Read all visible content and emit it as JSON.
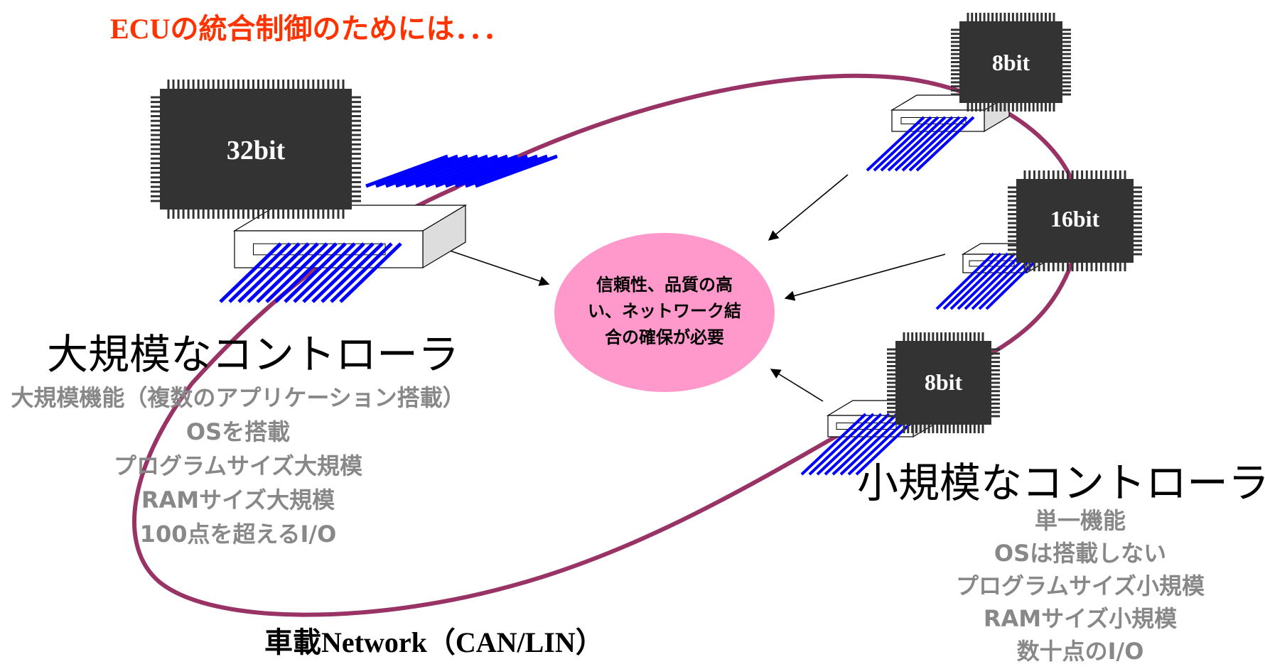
{
  "title": "ECUの統合制御のためには．．．",
  "large_controller": {
    "chip_label": "32bit",
    "heading": "大規模なコントローラ",
    "features": [
      "大規模機能（複数のアプリケーション搭載）",
      "OSを搭載",
      "プログラムサイズ大規模",
      "RAMサイズ大規模",
      "100点を超えるI/O"
    ]
  },
  "small_controllers": {
    "chips": [
      {
        "label": "8bit"
      },
      {
        "label": "16bit"
      },
      {
        "label": "8bit"
      }
    ],
    "heading": "小規模なコントローラ",
    "features": [
      "単一機能",
      "OSは搭載しない",
      "プログラムサイズ小規模",
      "RAMサイズ小規模",
      "数十点のI/O"
    ]
  },
  "center_bubble": {
    "lines": [
      "信頼性、品質の高",
      "い、ネットワーク結",
      "合の確保が必要"
    ]
  },
  "network_label": "車載Network（CAN/LIN）",
  "colors": {
    "title": "#ff3300",
    "network_ring": "#993366",
    "bubble": "#ff99cc",
    "chip": "#333333",
    "pins": "#0000ff",
    "feature_text": "#888888"
  }
}
